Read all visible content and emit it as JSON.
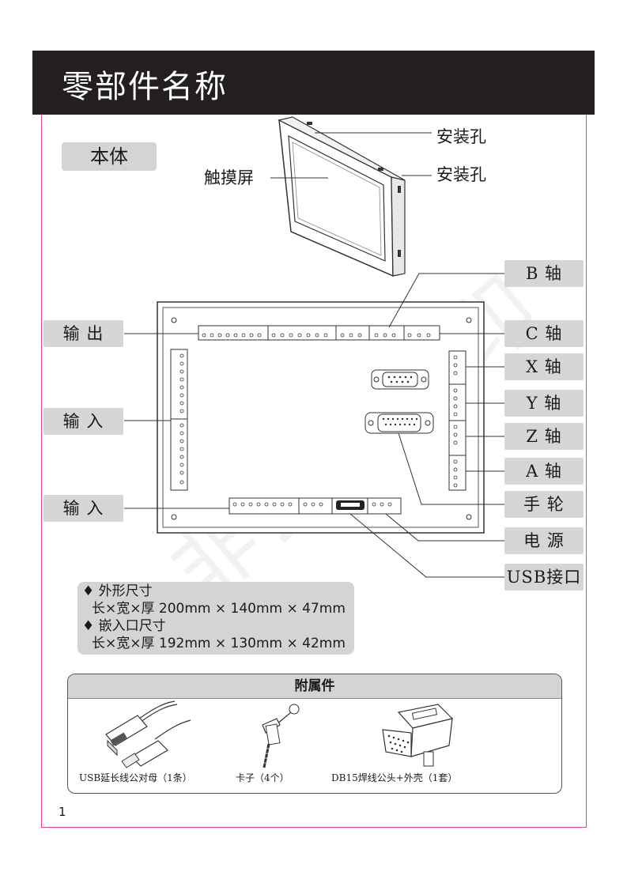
{
  "page_title": "零部件名称",
  "section_label": "本体",
  "device_labels": {
    "mount_hole_top": "安装孔",
    "mount_hole_side": "安装孔",
    "touchscreen": "触摸屏"
  },
  "left_labels": {
    "output": "输 出",
    "input_side": "输 入",
    "input_bottom": "输 入"
  },
  "right_labels": {
    "b_axis": "B 轴",
    "c_axis": "C 轴",
    "x_axis": "X 轴",
    "y_axis": "Y 轴",
    "z_axis": "Z 轴",
    "a_axis": "A 轴",
    "handwheel": "手 轮",
    "power": "电 源",
    "usb": "USB接口"
  },
  "specs": {
    "outer_title": "♦ 外形尺寸",
    "outer_dims": "长×宽×厚 200mm × 140mm × 47mm",
    "cutout_title": "♦ 嵌入口尺寸",
    "cutout_dims": "长×宽×厚 192mm × 130mm × 42mm"
  },
  "accessories": {
    "title": "附属件",
    "items": [
      {
        "caption": "USB延长线公对母（1条）",
        "icon": "usb-extension-cable-icon"
      },
      {
        "caption": "卡子（4个）",
        "icon": "mounting-clip-icon"
      },
      {
        "caption": "DB15焊线公头+外壳（1套）",
        "icon": "db15-connector-icon"
      }
    ]
  },
  "page_number": "1",
  "watermark": "非会员水印"
}
